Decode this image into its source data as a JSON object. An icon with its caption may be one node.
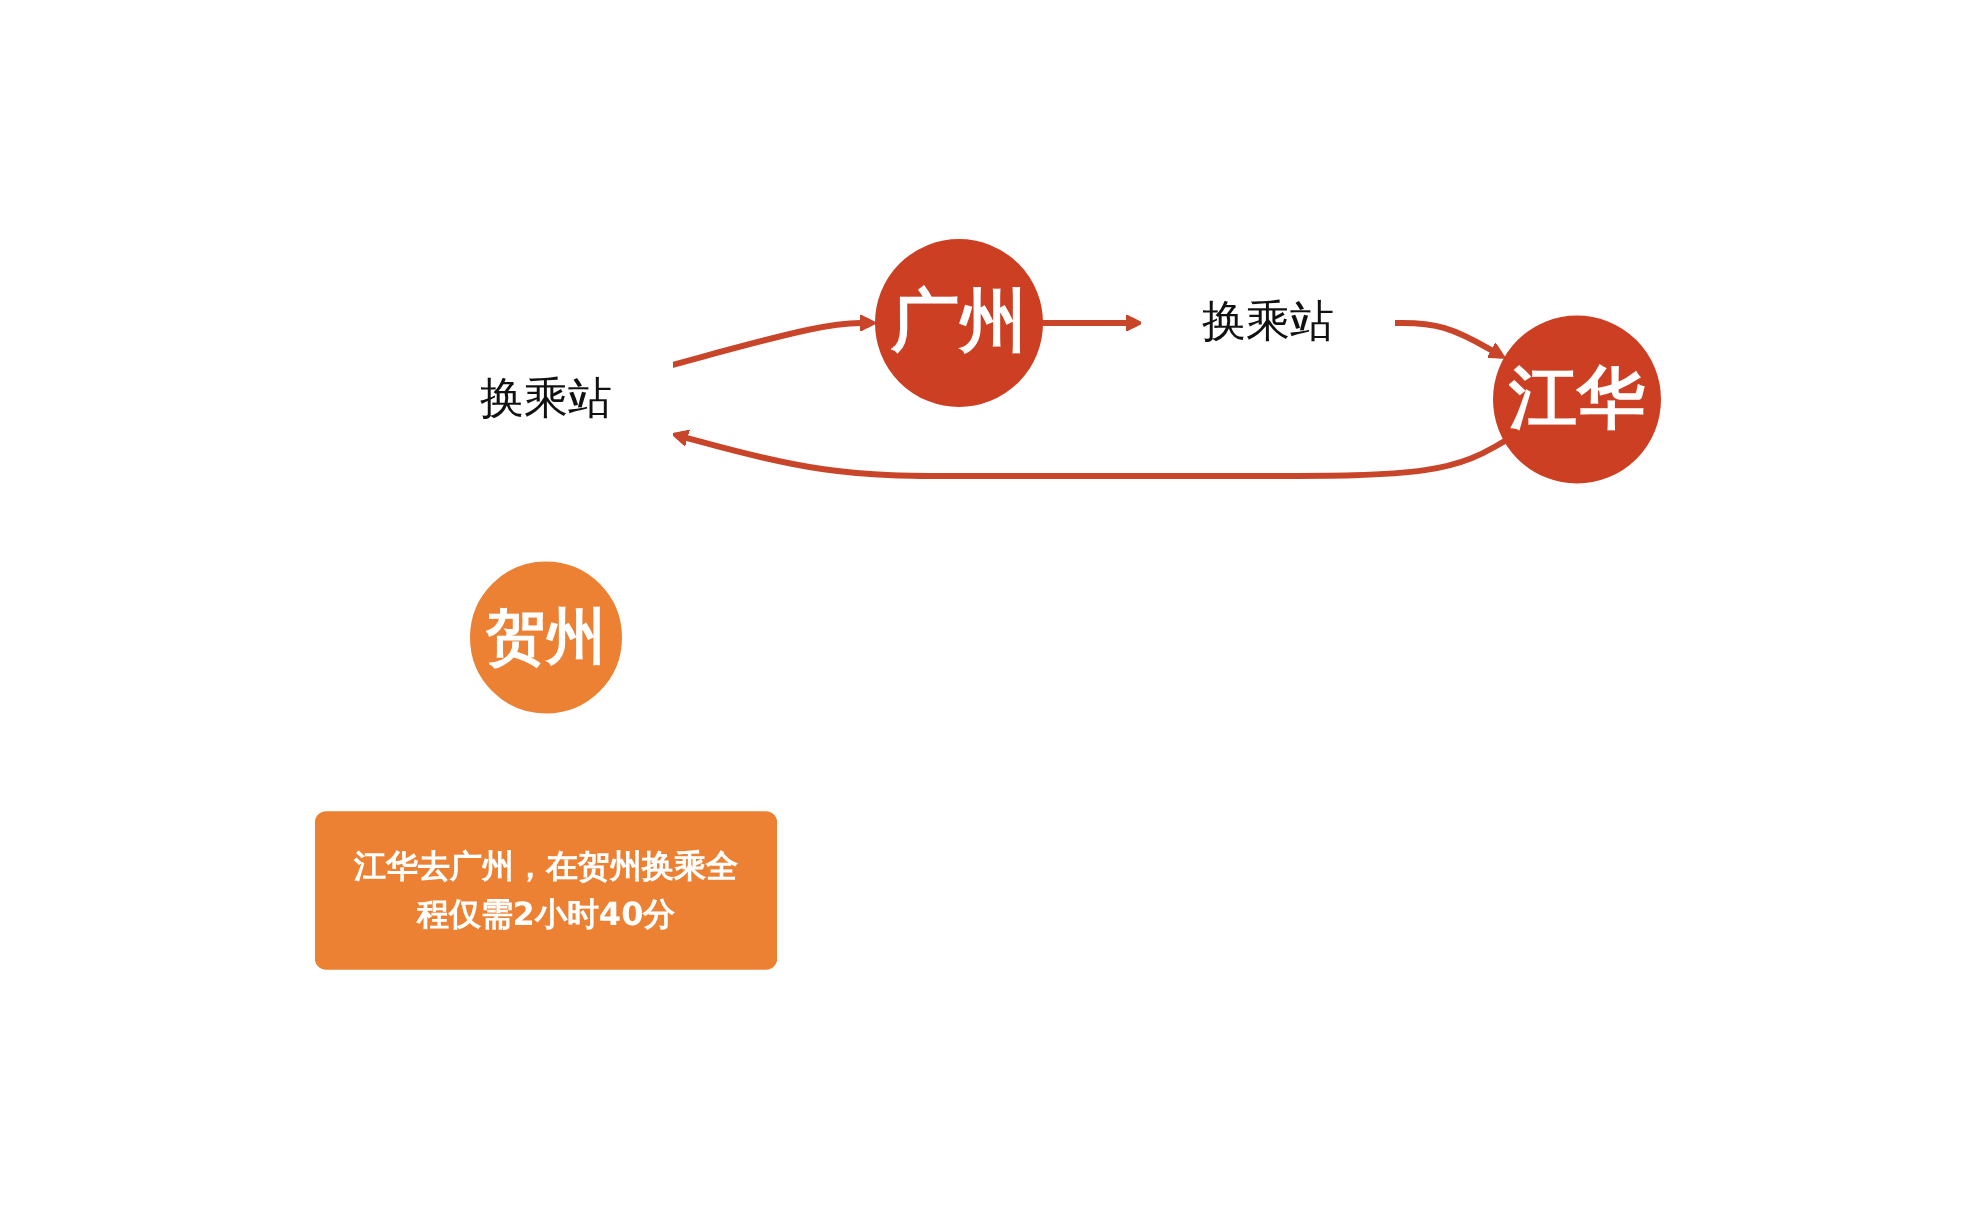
{
  "diagram": {
    "nodes": [
      {
        "text": [
          "换乘站"
        ]
      },
      {
        "text": [
          "江华"
        ]
      },
      {
        "text": [
          "贺州"
        ]
      },
      {
        "text": [
          "广州"
        ]
      },
      {
        "text": [
          "换乘站"
        ]
      },
      {
        "text": [
          "江华去广州，在贺州换乘全程仅需2小时40分"
        ]
      }
    ],
    "edges": [
      {
        "from": 1,
        "to": 0,
        "arrow": "to",
        "color": "#c8452a"
      },
      {
        "from": 0,
        "to": 3,
        "arrow": "to",
        "color": "#c8452a"
      },
      {
        "from": 3,
        "to": 4,
        "arrow": "to",
        "color": "#c8452a"
      },
      {
        "from": 4,
        "to": 1,
        "arrow": "to",
        "color": "#c8452a"
      }
    ]
  }
}
